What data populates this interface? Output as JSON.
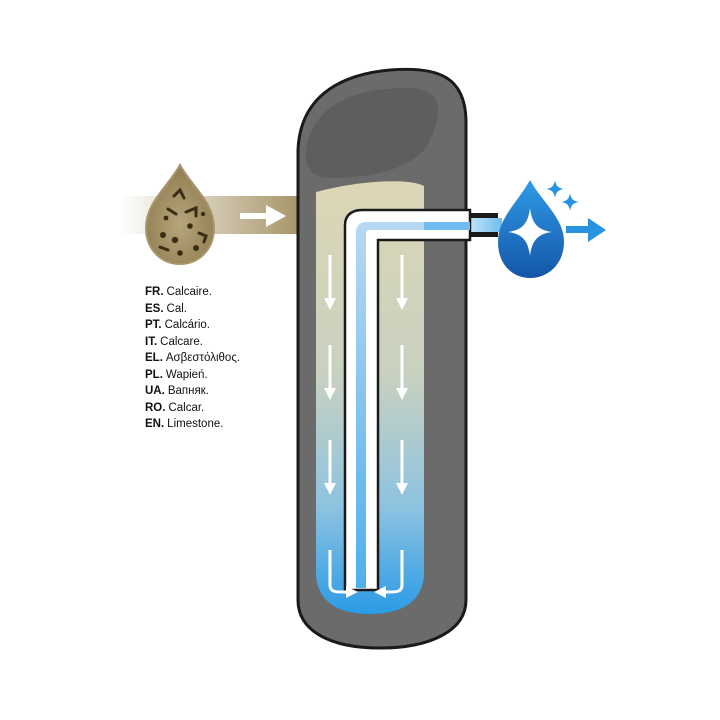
{
  "colors": {
    "housing": "#6b6b6b",
    "housing_outline": "#1a1a1a",
    "hard_water": "#a8966a",
    "hard_water_dark": "#3a2d14",
    "soft_water_light": "#7ec4ef",
    "soft_water": "#1f7fd1",
    "soft_water_dark": "#1560b3",
    "resin_top": "#ddd6b5",
    "resin_bottom": "#2b9be6",
    "arrow_white": "#ffffff",
    "sparkle": "#2793e0"
  },
  "icons": {
    "hard_drop": "hard-water-drop-icon",
    "soft_drop": "soft-water-drop-icon",
    "sparkle": "sparkle-icon",
    "arrow": "flow-arrow-icon"
  },
  "legend": [
    {
      "code": "FR.",
      "word": "Calcaire."
    },
    {
      "code": "ES.",
      "word": "Cal."
    },
    {
      "code": "PT.",
      "word": "Calcário."
    },
    {
      "code": "IT.",
      "word": "Calcare."
    },
    {
      "code": "EL.",
      "word": "Ασβεστόλιθος."
    },
    {
      "code": "PL.",
      "word": "Wapień."
    },
    {
      "code": "UA.",
      "word": "Вапняк."
    },
    {
      "code": "RO.",
      "word": "Calcar."
    },
    {
      "code": "EN.",
      "word": "Limestone."
    }
  ]
}
